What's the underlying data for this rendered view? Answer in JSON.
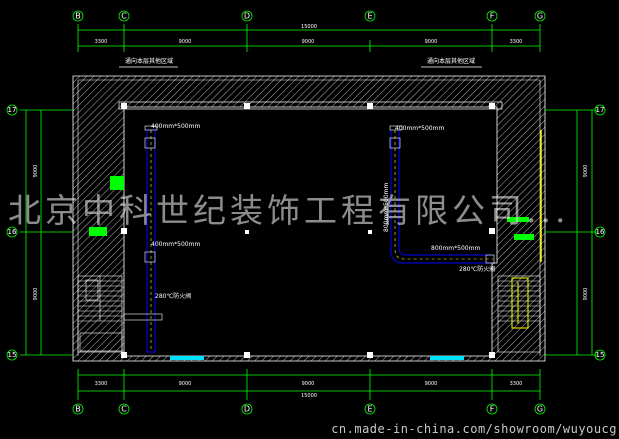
{
  "colors": {
    "background": "#000000",
    "wall": "#ffffff",
    "dimension": "#00ff00",
    "duct": "#0000ff",
    "vent": "#00e0ff",
    "yellow": "#ffff00",
    "green": "#00ff00"
  },
  "axes": {
    "top_labels": [
      "B",
      "C",
      "D",
      "E",
      "F",
      "G"
    ],
    "bottom_labels": [
      "B",
      "C",
      "D",
      "E",
      "F",
      "G"
    ],
    "left_labels": [
      "17",
      "16",
      "15"
    ],
    "right_labels": [
      "17",
      "16",
      "15"
    ]
  },
  "dimensions": {
    "top_total": "15000",
    "top_segments": [
      "3300",
      "9000",
      "9000",
      "9000",
      "3300"
    ],
    "bottom_total": "15000",
    "bottom_segments": [
      "3300",
      "9000",
      "9000",
      "9000",
      "3300"
    ],
    "left_segments": [
      "9000",
      "9000"
    ],
    "right_segments": [
      "9000",
      "9000"
    ]
  },
  "labels": {
    "area_left": "通向本层其他区域",
    "area_right": "通向本层其他区域",
    "duct_top_left": "400mm*500mm",
    "duct_mid_left": "400mm*500mm",
    "duct_top_right": "400mm*500mm",
    "duct_vertical_right": "800mm*500mm",
    "duct_horizontal_right": "800mm*500mm",
    "fire_damper_left": "280℃防火阀",
    "fire_damper_right": "280℃防火阀"
  },
  "watermark": "北京中科世纪装饰工程有限公司...",
  "footer": "cn.made-in-china.com/showroom/wuyoucg"
}
